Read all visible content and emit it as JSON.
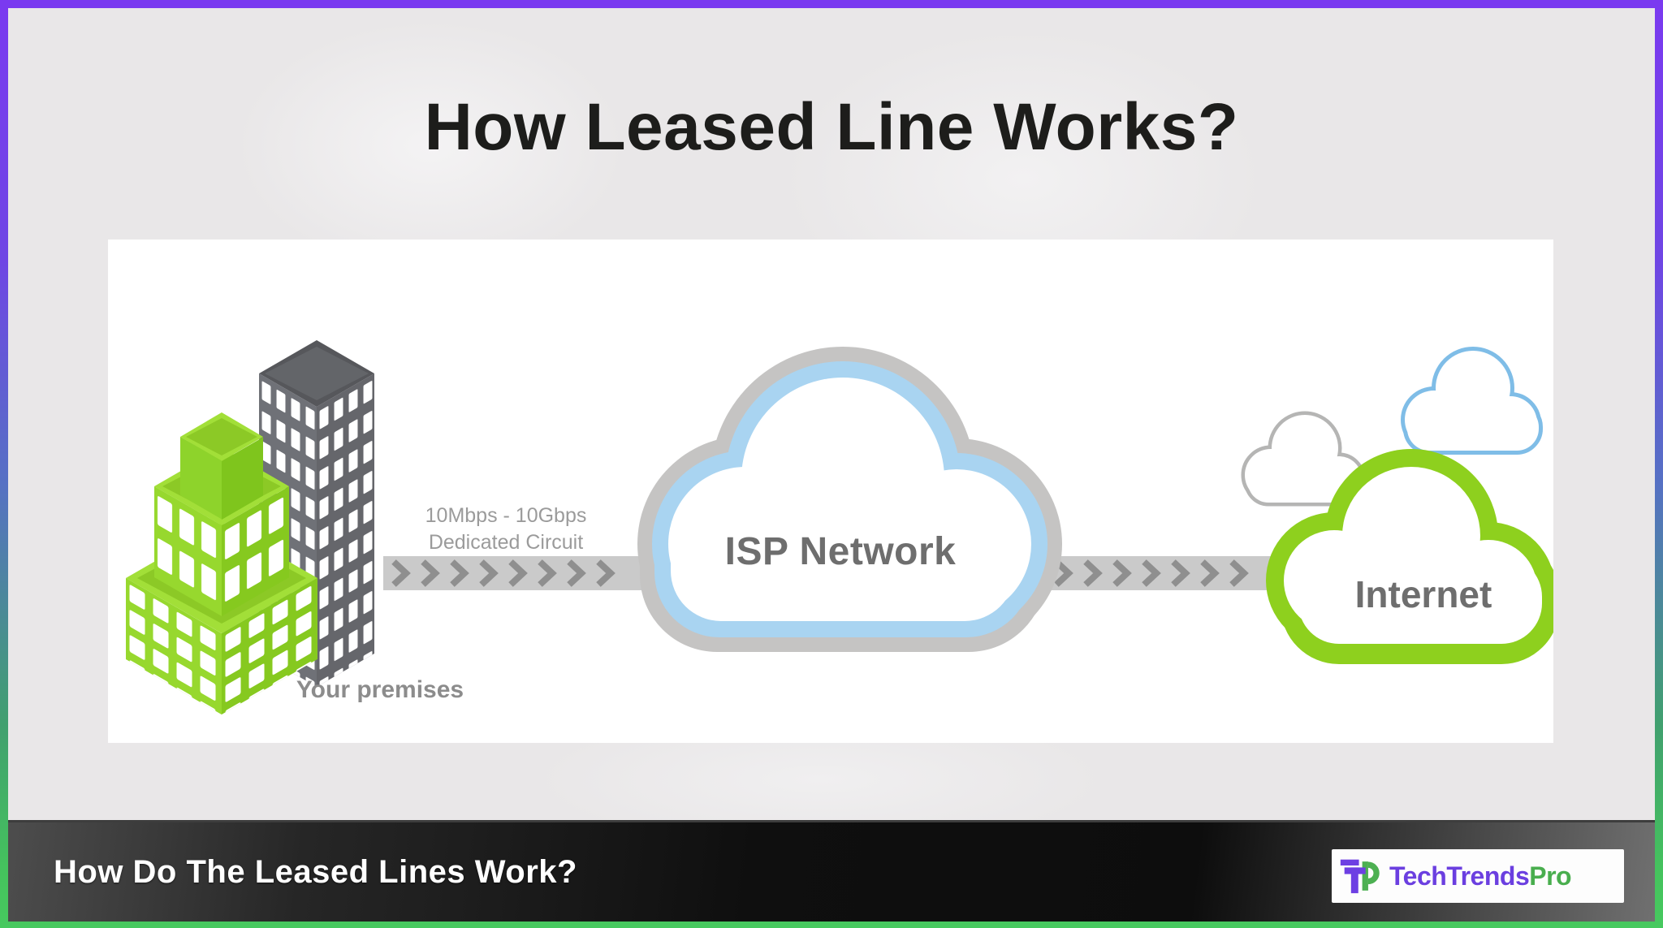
{
  "page": {
    "title": "How Leased Line Works?",
    "background_color": "#e9e7e8",
    "border_top_color": "#7a3af0",
    "border_bottom_color": "#47c95f"
  },
  "diagram": {
    "bandwidth_label_line1": "10Mbps - 10Gbps",
    "bandwidth_label_line2": "Dedicated Circuit",
    "premises_label": "Your premises",
    "isp_cloud_label": "ISP Network",
    "internet_cloud_label": "Internet",
    "icons": {
      "green_building": "green-office-building-icon",
      "gray_building": "gray-skyscraper-icon",
      "isp_cloud": "blue-cloud-icon",
      "internet_cloud": "green-cloud-icon",
      "small_gray_cloud": "gray-outline-cloud-icon",
      "small_blue_cloud": "blue-outline-cloud-icon",
      "arrows": "chevron-arrow-band-icon"
    },
    "colors": {
      "building_green": "#97d82e",
      "building_gray": "#6f7177",
      "isp_cloud_blue": "#a9d4f1",
      "isp_cloud_gray_ring": "#c5c4c3",
      "internet_cloud_green": "#8ed01e",
      "arrow_band": "#cacaca",
      "arrow_chevron": "#8f8f8f",
      "label_gray": "#6e6e6e"
    }
  },
  "footer": {
    "caption": "How Do The Leased Lines Work?",
    "brand_name_primary": "TechTrends",
    "brand_name_suffix": "Pro",
    "brand_primary_color": "#6b3fe0",
    "brand_suffix_color": "#49ae4e",
    "background_color": "#0f0f0f"
  }
}
